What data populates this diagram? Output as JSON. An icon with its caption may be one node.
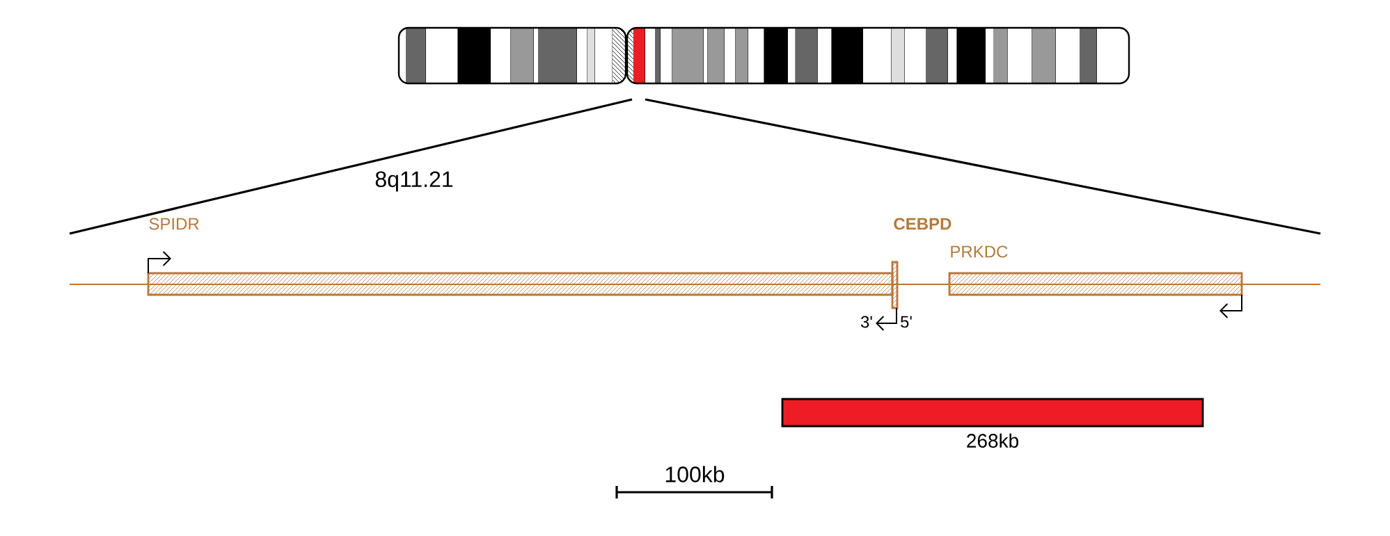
{
  "diagram": {
    "nodes": [
      {
        "text": [
          "SPIDR"
        ]
      },
      {
        "text": [
          "CEBPD"
        ]
      },
      {
        "text": [
          "PRKDC"
        ]
      },
      {
        "text": [],
        "shape": "bar",
        "beside": [
          "268kb"
        ]
      }
    ],
    "labels": [
      "8q11.21",
      "3'",
      "5'",
      "100kb"
    ]
  }
}
